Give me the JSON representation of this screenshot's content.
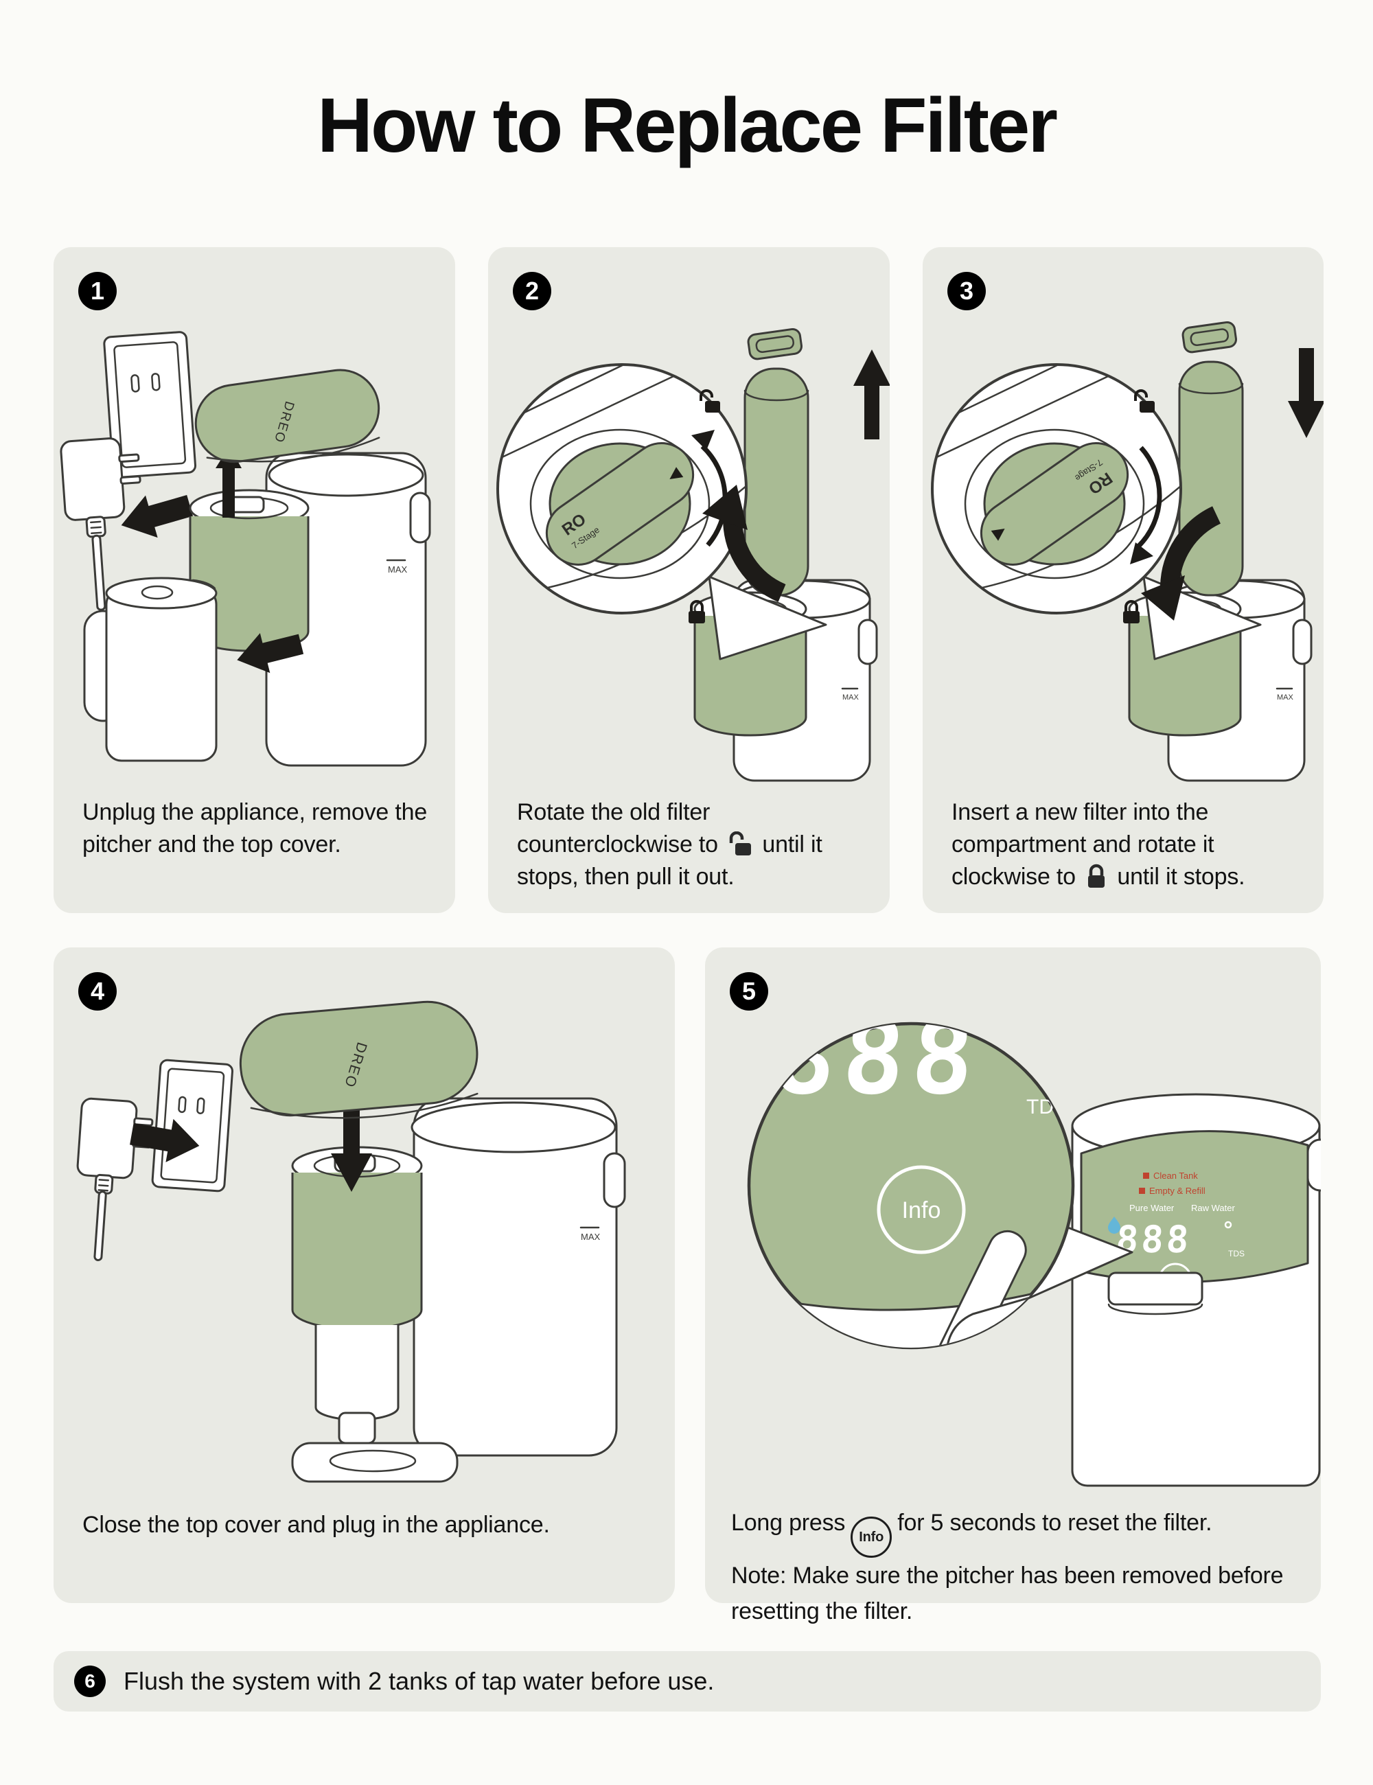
{
  "title": "How to Replace Filter",
  "steps": [
    {
      "number": "1",
      "caption": "Unplug the appliance, remove the pitcher and the top cover."
    },
    {
      "number": "2",
      "caption_before": "Rotate the old filter counterclockwise to",
      "caption_after": "until it stops, then pull it out."
    },
    {
      "number": "3",
      "caption_before": "Insert a new filter into the compartment and rotate it clockwise to",
      "caption_after": "until it stops."
    },
    {
      "number": "4",
      "caption": "Close the top cover and plug in the appliance."
    },
    {
      "number": "5",
      "caption_before": "Long press",
      "caption_after": "for 5 seconds to reset the filter.",
      "note": "Note: Make sure the pitcher has been removed before resetting the filter."
    }
  ],
  "footer": {
    "number": "6",
    "text": "Flush the system with 2 tanks of tap water before use."
  },
  "labels": {
    "brand": "DREO",
    "knob_type": "RO",
    "knob_stage": "7-Stage",
    "max": "MAX",
    "tds": "TDS",
    "info": "Info",
    "display_value": "888",
    "clean_tank": "Clean Tank",
    "empty_refill": "Empty & Refill",
    "pure_water": "Pure Water",
    "raw_water": "Raw Water"
  },
  "colors": {
    "page_bg": "#FBFBF8",
    "panel_bg": "#E9EAE4",
    "accent_green": "#A9BB94",
    "outline": "#3B3B38",
    "ink": "#141414",
    "alert_red": "#C0432F",
    "water_blue": "#64B6D8"
  }
}
